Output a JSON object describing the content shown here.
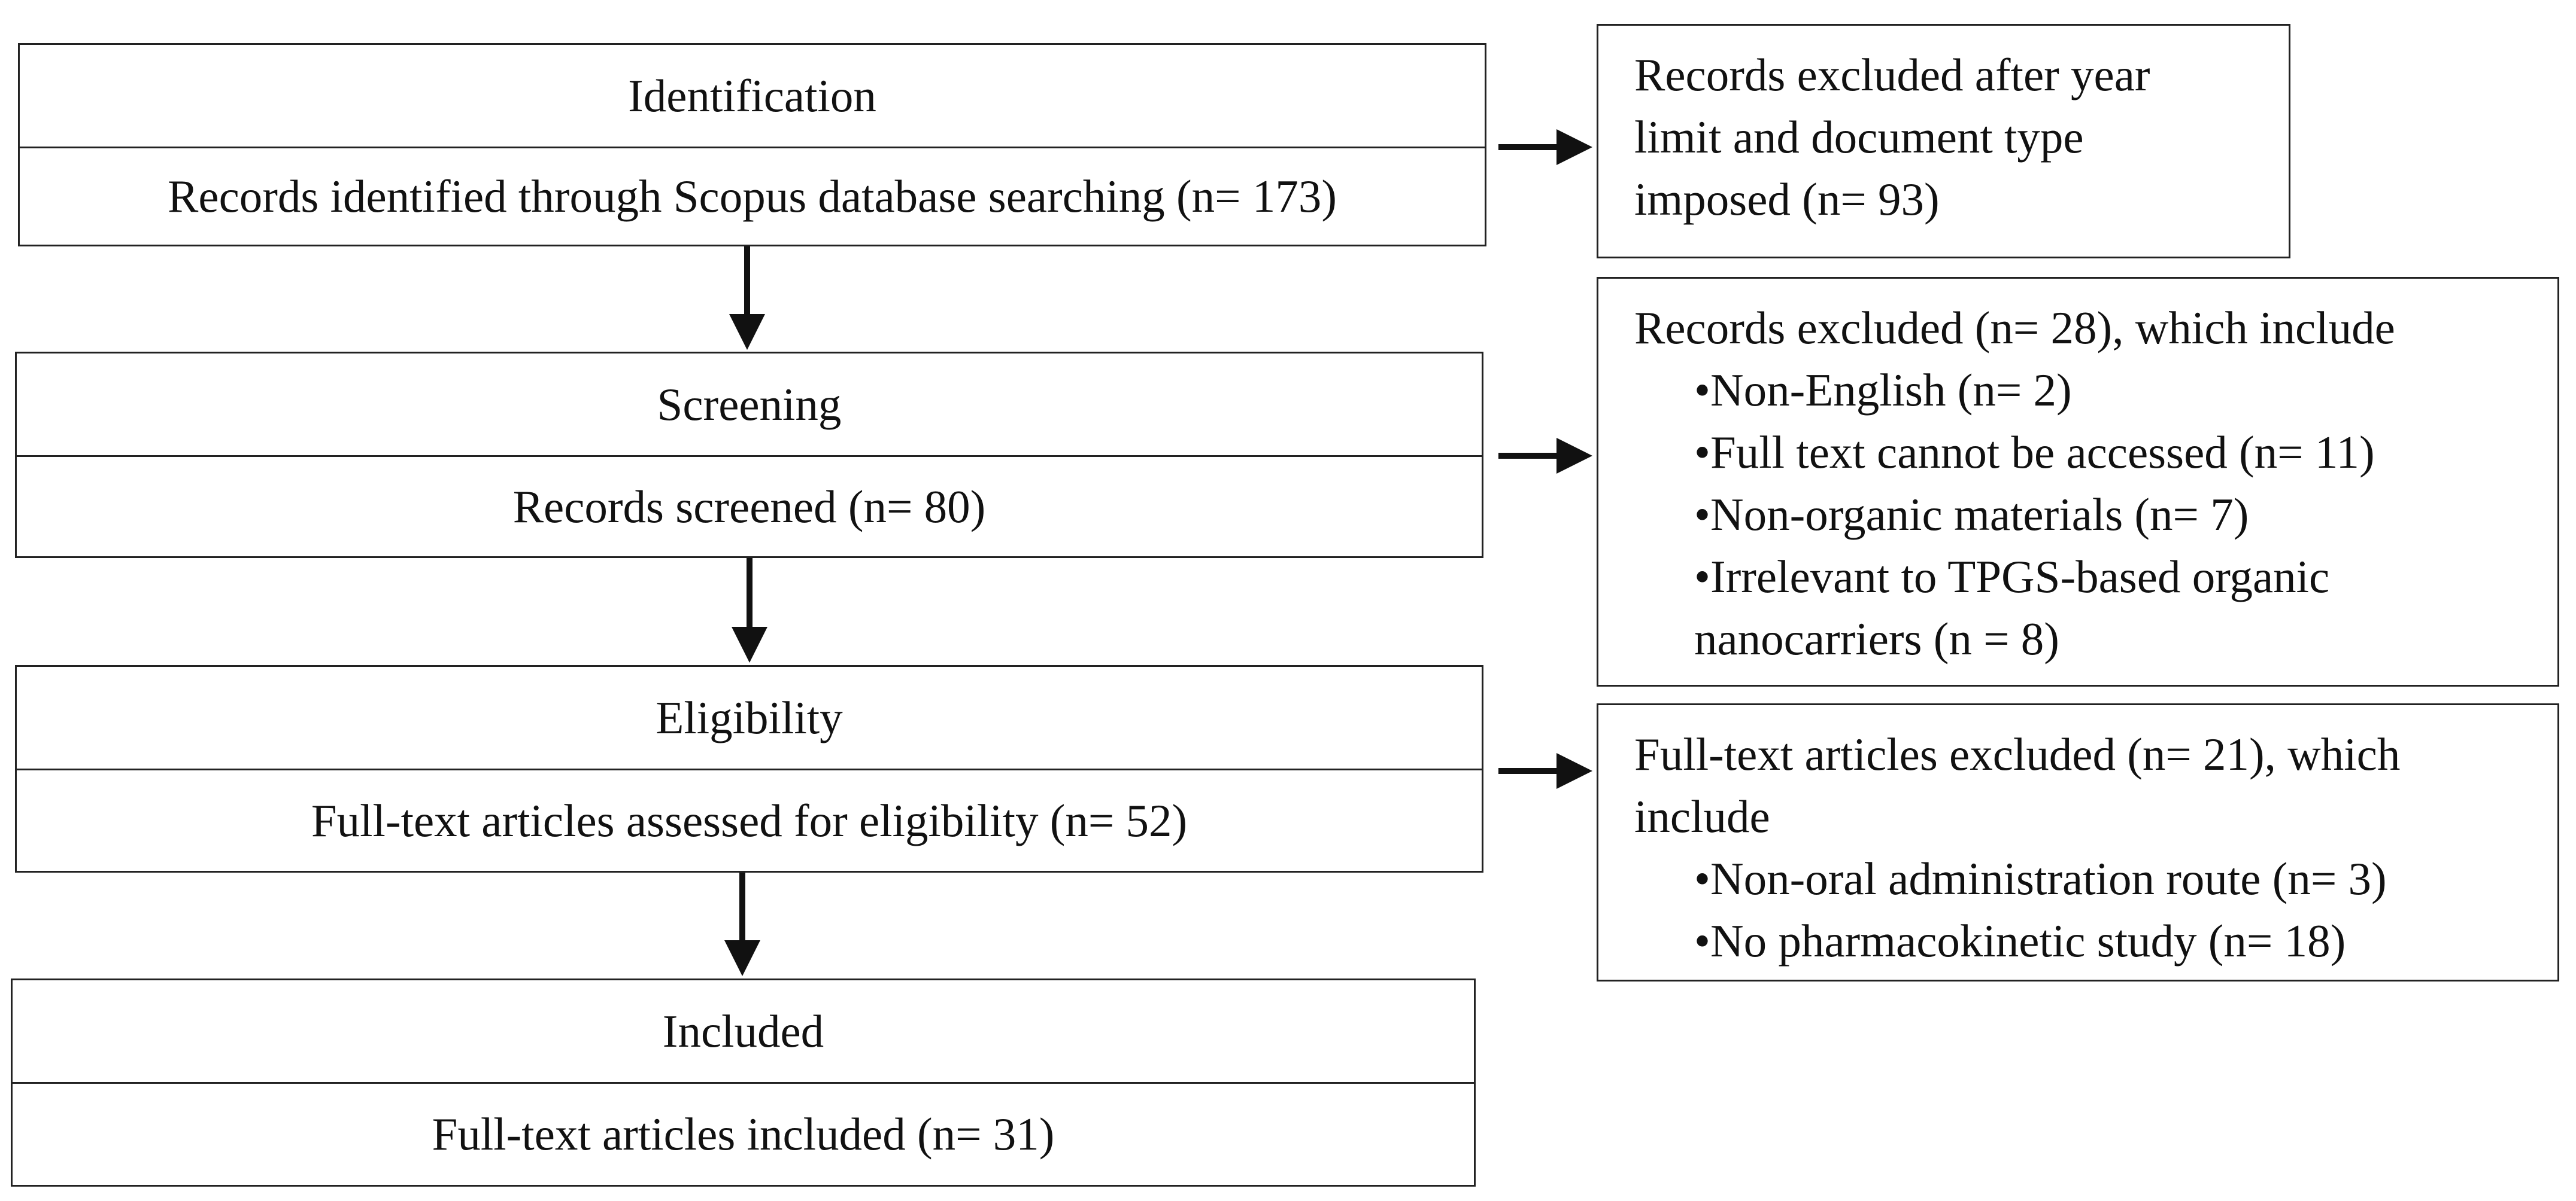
{
  "stages": [
    {
      "title": "Identification",
      "body": "Records identified through Scopus database searching (n= 173)"
    },
    {
      "title": "Screening",
      "body": "Records screened (n= 80)"
    },
    {
      "title": "Eligibility",
      "body": "Full-text articles assessed for eligibility (n= 52)"
    },
    {
      "title": "Included",
      "body": "Full-text articles included (n= 31)"
    }
  ],
  "exclusions": [
    {
      "lines": [
        "Records excluded after year",
        "limit and document type",
        "imposed (n= 93)"
      ],
      "bullets": []
    },
    {
      "lines": [
        "Records excluded (n= 28), which include"
      ],
      "bullets": [
        "•Non-English (n= 2)",
        "•Full text cannot be accessed (n= 11)",
        "•Non-organic materials (n= 7)",
        "•Irrelevant to TPGS-based organic"
      ],
      "bullet_continuation": "nanocarriers (n = 8)"
    },
    {
      "lines": [
        "Full-text articles excluded (n= 21), which",
        "include"
      ],
      "bullets": [
        "•Non-oral administration route (n= 3)",
        "•No pharmacokinetic study (n= 18)"
      ]
    }
  ]
}
